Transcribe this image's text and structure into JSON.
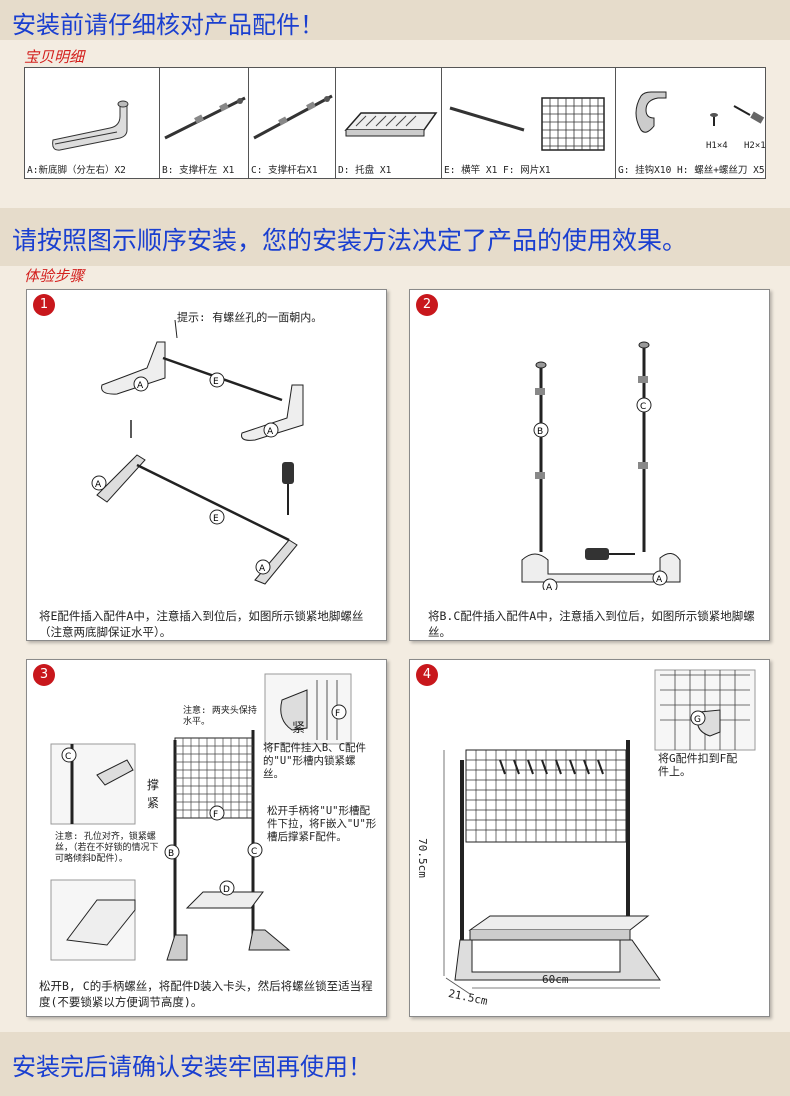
{
  "header": {
    "title": "安装前请仔细核对产品配件！",
    "subtitle": "宝贝明细"
  },
  "parts": [
    {
      "label": "A:新底脚（分左右）X2"
    },
    {
      "label": "B: 支撑杆左 X1"
    },
    {
      "label": "C: 支撑杆右X1"
    },
    {
      "label": "D: 托盘 X1"
    },
    {
      "label": "E: 横竿 X1 F: 网片X1"
    },
    {
      "label": "G: 挂钩X10 H: 螺丝+螺丝刀 X5",
      "h1": "H1×4",
      "h2": "H2×1"
    }
  ],
  "section": {
    "title": "请按照图示顺序安装，您的安装方法决定了产品的使用效果。",
    "subtitle": "体验步骤"
  },
  "steps": [
    {
      "number": "1",
      "tip": "提示: 有螺丝孔的一面朝内。",
      "text": "将E配件插入配件A中，注意插入到位后，如图所示锁紧地脚螺丝（注意两底脚保证水平）。"
    },
    {
      "number": "2",
      "text": "将B.C配件插入配件A中，注意插入到位后，如图所示锁紧地脚螺丝。"
    },
    {
      "number": "3",
      "note_level": "注意: 两夹头保持水平。",
      "tight": "紧",
      "brace": "撑紧",
      "note_hang": "将F配件挂入B、C配件的\"U\"形槽内锁紧螺丝。",
      "note_release": "松开手柄将\"U\"形槽配件下拉，将F嵌入\"U\"形槽后撑紧F配件。",
      "note_align": "注意: 孔位对齐，锁紧螺丝，（若在不好锁的情况下可略倾斜D配件）。",
      "text": "松开B, C的手柄螺丝，将配件D装入卡头，然后将螺丝锁至适当程度(不要锁紧以方便调节高度)。"
    },
    {
      "number": "4",
      "note": "将G配件扣到F配件上。",
      "dim_height": "70.5cm",
      "dim_width": "60cm",
      "dim_depth": "21.5cm"
    }
  ],
  "footer": {
    "title": "安装完后请确认安装牢固再使用！"
  },
  "colors": {
    "banner_text": "#1a3fd0",
    "subtitle_red": "#d3201e",
    "badge_red": "#c8171c",
    "banner_bg": "#e6dccb",
    "page_bg": "#f3ece1"
  }
}
